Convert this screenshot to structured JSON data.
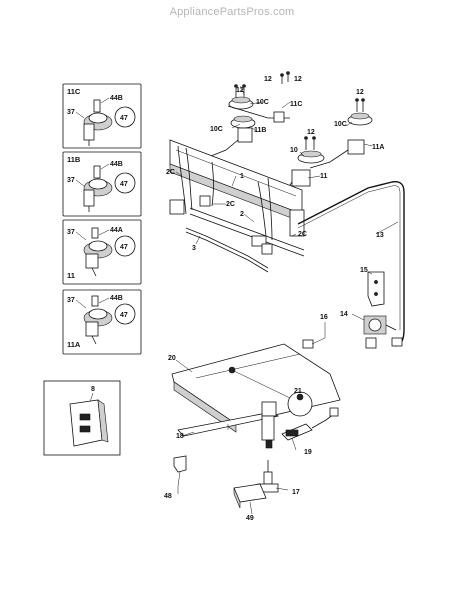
{
  "watermark": "AppliancePartsPros.com",
  "insets": [
    {
      "title": "11C",
      "labels": [
        "44B",
        "37",
        "47"
      ]
    },
    {
      "title": "11B",
      "labels": [
        "44B",
        "37",
        "47"
      ]
    },
    {
      "title": "11",
      "labels": [
        "44A",
        "37",
        "47"
      ]
    },
    {
      "title": "11A",
      "labels": [
        "44B",
        "37",
        "47"
      ]
    }
  ],
  "callouts": {
    "c12a": "12",
    "c12b": "12",
    "c12c": "12",
    "c12d": "12",
    "c10c_a": "10C",
    "c11c": "11C",
    "c10c_b": "10C",
    "c11b": "11B",
    "c10c_c": "10C",
    "c11a": "11A",
    "c10": "10",
    "c11": "11",
    "c2c_a": "2C",
    "c2c_b": "2C",
    "c2c_c": "2C",
    "c1": "1",
    "c2": "2",
    "c3": "3",
    "c13": "13",
    "c15": "15",
    "c14": "14",
    "c16": "16",
    "c20": "20",
    "c21": "21",
    "c8": "8",
    "c18": "18",
    "c19": "19",
    "c17": "17",
    "c48": "48",
    "c49": "49"
  }
}
